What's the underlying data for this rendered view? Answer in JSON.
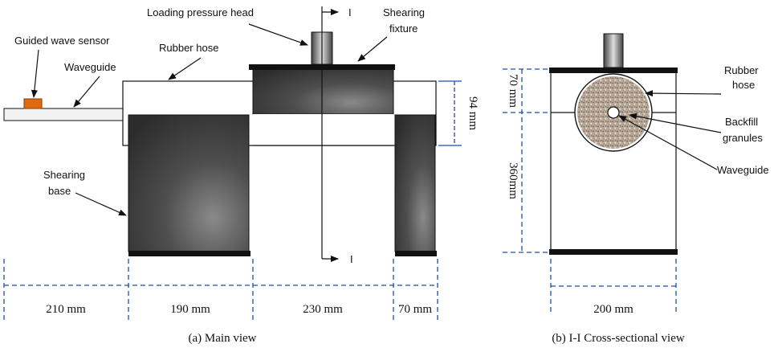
{
  "labels": {
    "loading_pressure_head": "Loading pressure head",
    "section_mark_top": "I",
    "section_mark_bottom": "I",
    "shearing_fixture_line1": "Shearing",
    "shearing_fixture_line2": "fixture",
    "guided_wave_sensor": "Guided wave sensor",
    "waveguide": "Waveguide",
    "rubber_hose": "Rubber hose",
    "shearing_base_line1": "Shearing",
    "shearing_base_line2": "base",
    "dim_94": "94 mm",
    "section_rubber_hose_line1": "Rubber",
    "section_rubber_hose_line2": "hose",
    "section_backfill_line1": "Backfill",
    "section_backfill_line2": "granules",
    "section_waveguide": "Waveguide",
    "dim_70_vertical": "70 mm",
    "dim_360_vertical": "360mm"
  },
  "dimensions": {
    "d210": "210 mm",
    "d190": "190 mm",
    "d230": "230 mm",
    "d70": "70 mm",
    "d200": "200 mm"
  },
  "captions": {
    "main": "(a) Main view",
    "section": "(b) I-I Cross-sectional view"
  },
  "colors": {
    "dimension_blue": "#1f4fa8",
    "sensor_orange": "#e06a10",
    "dark_block": "#3c3c3c"
  }
}
